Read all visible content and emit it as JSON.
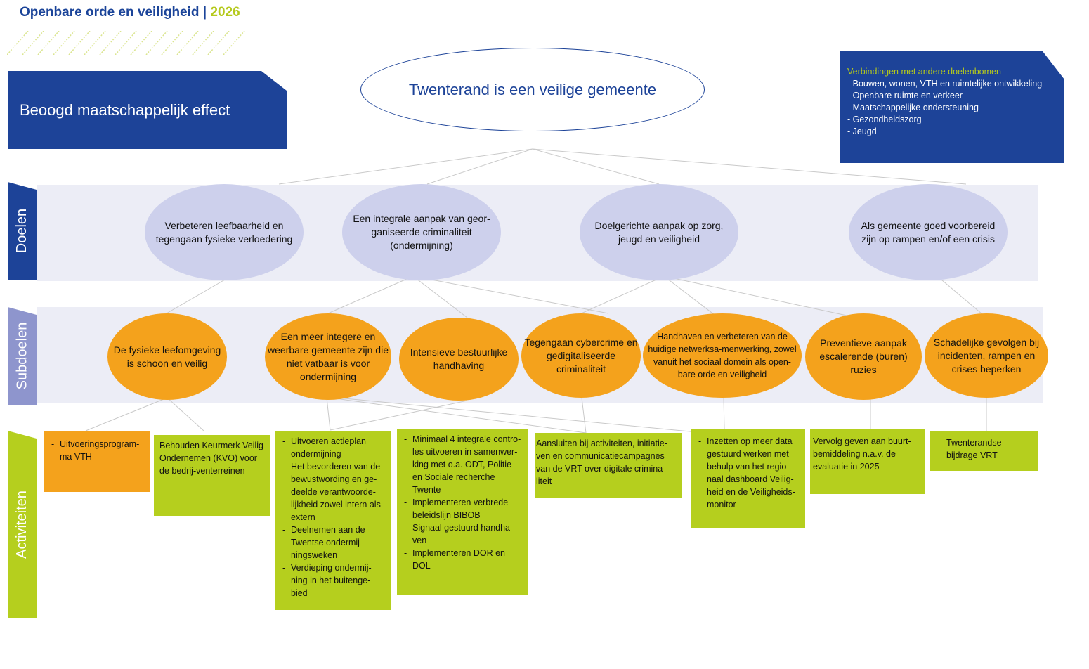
{
  "header": {
    "title": "Openbare orde en veiligheid",
    "separator": "|",
    "year": "2026"
  },
  "effect_label": "Beoogd maatschappelijk effect",
  "main_goal": "Twenterand is een veilige gemeente",
  "links": {
    "title": "Verbindingen met andere doelenbomen",
    "items": [
      "- Bouwen, wonen, VTH en ruimtelijke ontwikkeling",
      "- Openbare ruimte en verkeer",
      "- Maatschappelijke ondersteuning",
      "- Gezondheidszorg",
      "- Jeugd"
    ]
  },
  "sections": {
    "doelen": "Doelen",
    "subdoelen": "Subdoelen",
    "activiteiten": "Activiteiten"
  },
  "doelen": [
    "Verbeteren leefbaarheid en tegengaan fysieke verloedering",
    "Een integrale aanpak van geor-ganiseerde criminaliteit (ondermijning)",
    "Doelgerichte aanpak op zorg, jeugd en veiligheid",
    "Als gemeente goed voorbereid zijn op rampen en/of een crisis"
  ],
  "subdoelen": [
    "De fysieke leefomgeving is schoon en veilig",
    "Een meer integere en weerbare gemeente zijn die niet vatbaar is voor ondermijning",
    "Intensieve bestuurlijke handhaving",
    "Tegengaan cybercrime en gedigitaliseerde criminaliteit",
    "Handhaven en verbeteren van de huidige netwerksa-menwerking, zowel vanuit het sociaal domein als open-bare orde en veiligheid",
    "Preventieve aanpak escalerende (buren) ruzies",
    "Schadelijke gevolgen bij incidenten, rampen en crises beperken"
  ],
  "activiteiten": {
    "a1": [
      "Uitvoeringsprogram-ma VTH"
    ],
    "a2": "Behouden Keurmerk Veilig Ondernemen (KVO) voor de bedrij-venterreinen",
    "a3": [
      "Uitvoeren actieplan ondermijning",
      "Het bevorderen van de bewustwording en ge-deelde verantwoorde-lijkheid zowel intern als extern",
      "Deelnemen aan de Twentse ondermij-ningsweken",
      "Verdieping ondermij-ning in het buitenge-bied"
    ],
    "a4": [
      "Minimaal 4 integrale contro-les uitvoeren in samenwer-king met o.a. ODT, Politie en Sociale recherche Twente",
      "Implementeren verbrede beleidslijn BIBOB",
      "Signaal gestuurd handha-ven",
      "Implementeren DOR en DOL"
    ],
    "a5": "Aansluiten bij activiteiten, initiatie-ven en communicatiecampagnes van de VRT over digitale crimina-liteit",
    "a6": [
      "Inzetten op meer data gestuurd werken met behulp van het regio-naal dashboard Veilig-heid en de Veiligheids-monitor"
    ],
    "a7": "Vervolg geven aan buurt-bemiddeling n.a.v. de evaluatie in 2025",
    "a8": [
      "Twenterandse bijdrage VRT"
    ]
  },
  "colors": {
    "blue": "#1d4398",
    "green": "#b5cf1e",
    "orange": "#f4a21c",
    "lavender": "#cdd0ec",
    "band": "#ecedf6"
  }
}
